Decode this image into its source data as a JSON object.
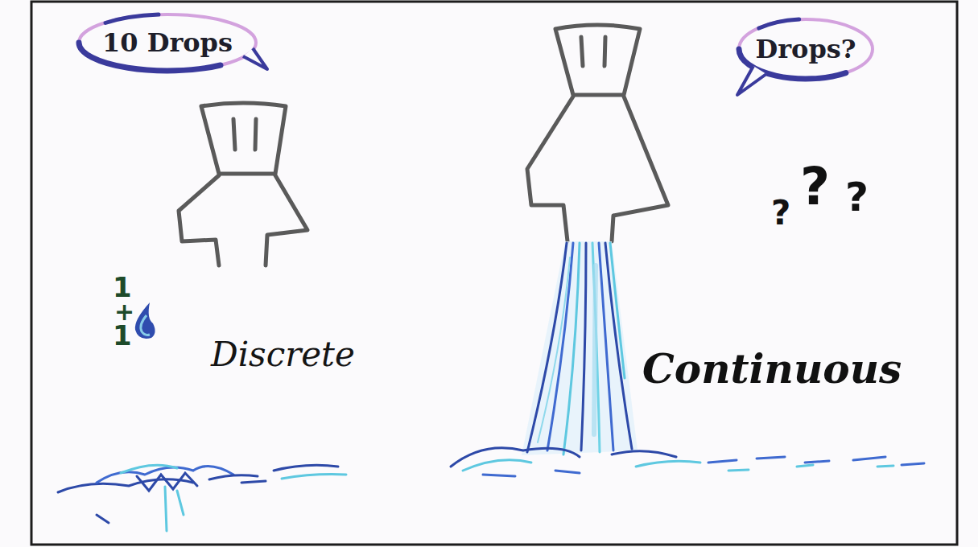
{
  "diagram": {
    "nodes": [
      {
        "text": [
          "10 Drops"
        ]
      },
      {
        "text": [
          "Drops?"
        ]
      }
    ],
    "labels": [
      "1",
      "+",
      "1",
      "Discrete",
      "?",
      "?",
      "?",
      "Continuous"
    ]
  }
}
